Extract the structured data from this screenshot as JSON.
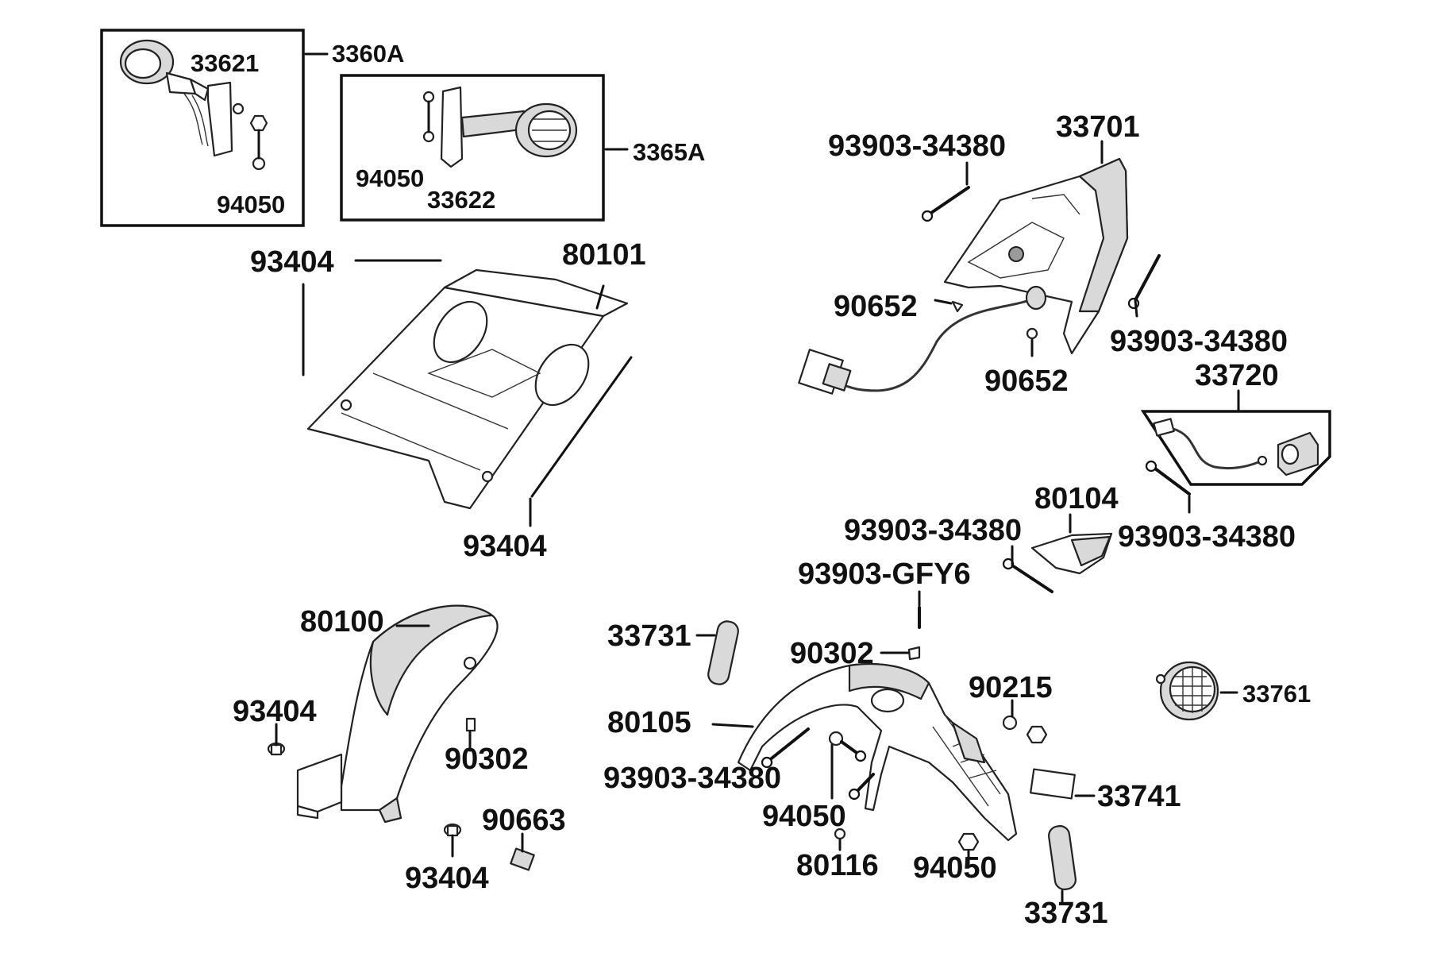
{
  "parts": {
    "p3360A": "3360A",
    "p33621": "33621",
    "p94050_a": "94050",
    "p3365A": "3365A",
    "p94050_b": "94050",
    "p33622": "33622",
    "p93404_top": "93404",
    "p80101": "80101",
    "p93404_right": "93404",
    "p93903_top": "93903-34380",
    "p33701": "33701",
    "p90652_a": "90652",
    "p90652_b": "90652",
    "p93903_right": "93903-34380",
    "p33720": "33720",
    "p80104": "80104",
    "p93903_mid": "93903-34380",
    "p93903_mid_r": "93903-34380",
    "p93903_gfy6": "93903-GFY6",
    "p80100": "80100",
    "p93404_left": "93404",
    "p90302_a": "90302",
    "p90663": "90663",
    "p93404_bottom": "93404",
    "p33731_a": "33731",
    "p90302_b": "90302",
    "p80105": "80105",
    "p93903_low": "93903-34380",
    "p94050_c": "94050",
    "p80116": "80116",
    "p94050_d": "94050",
    "p90215": "90215",
    "p33761": "33761",
    "p33741": "33741",
    "p33731_b": "33731"
  }
}
